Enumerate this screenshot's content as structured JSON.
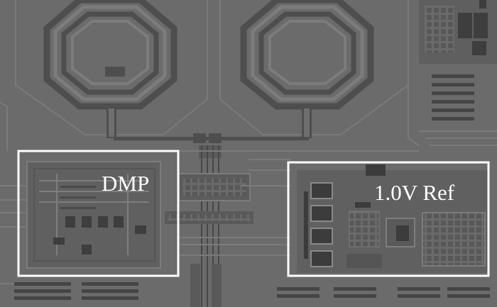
{
  "image": {
    "kind": "chip-layout-micrograph",
    "tone": "grayscale",
    "colors": {
      "background": "#6b6b6b",
      "metal": "#7c7c7c",
      "metal_dark": "#4e4e4e",
      "highlight_box": "#ffffff",
      "label_text": "#ffffff"
    }
  },
  "regions": [
    {
      "id": "dmp",
      "label": "DMP"
    },
    {
      "id": "ref",
      "label": "1.0V Ref"
    }
  ],
  "components": {
    "inductors": [
      "inductor-left",
      "inductor-right"
    ]
  }
}
